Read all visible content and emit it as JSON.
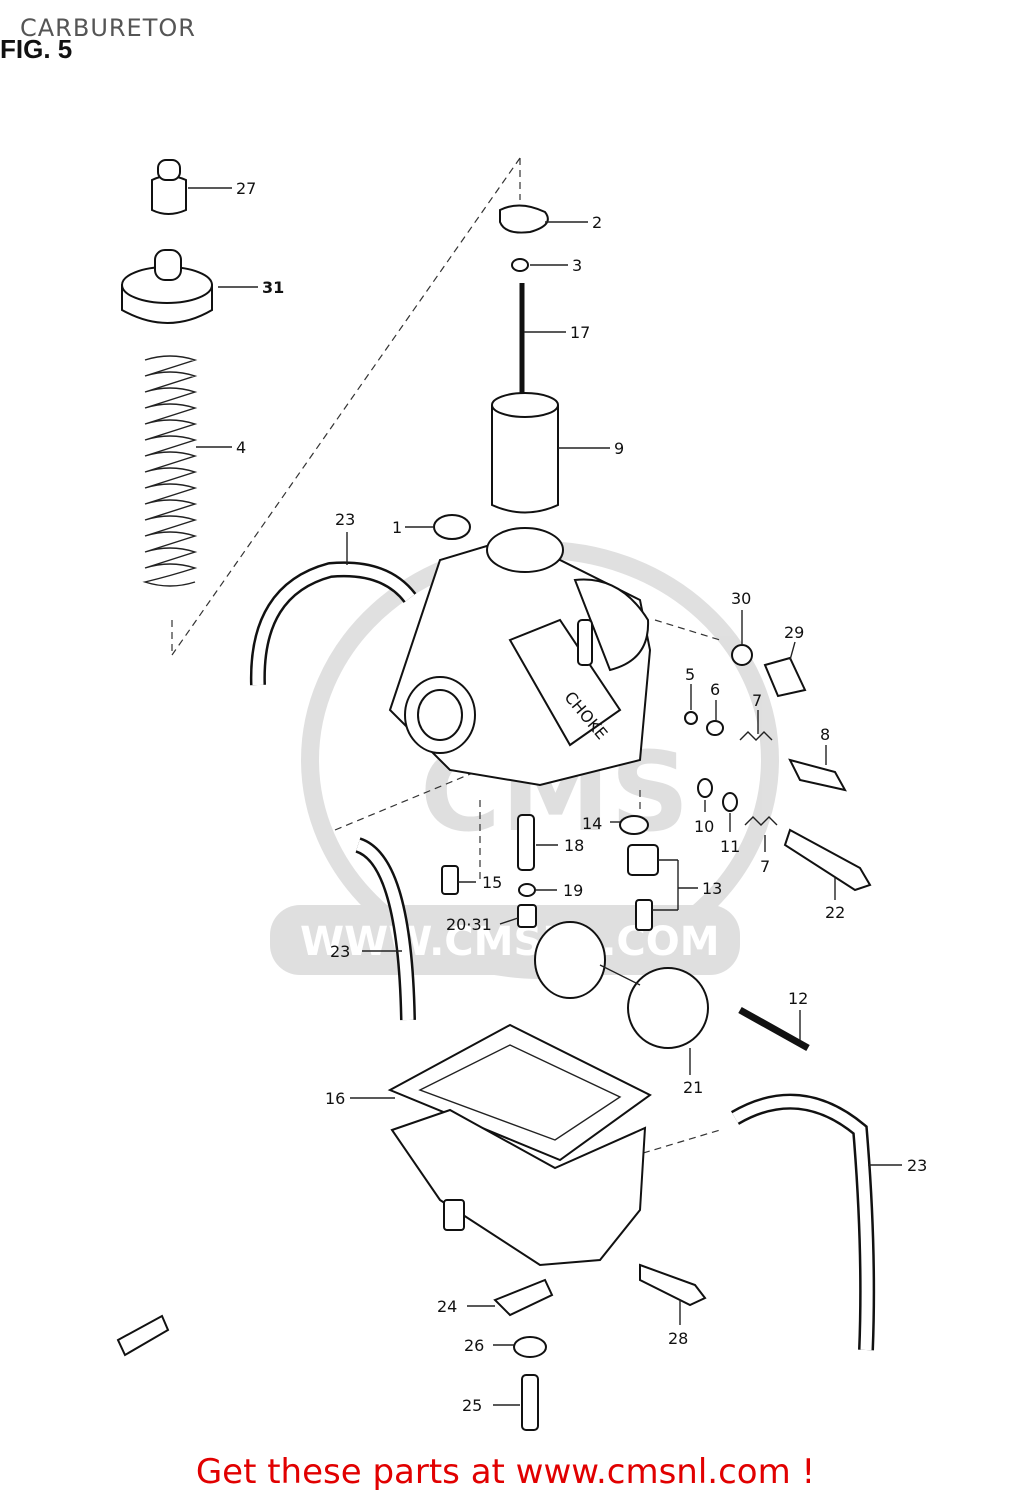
{
  "header": {
    "title": "CARBURETOR",
    "figure": "FIG. 5"
  },
  "watermark": {
    "brand": "CMS",
    "url": "WWW.CMSNL.COM"
  },
  "footer": {
    "text": "Get these parts at www.cmsnl.com !"
  },
  "callouts": [
    {
      "id": "c27",
      "label": "27"
    },
    {
      "id": "c31",
      "label": "31"
    },
    {
      "id": "c4",
      "label": "4"
    },
    {
      "id": "c2",
      "label": "2"
    },
    {
      "id": "c3",
      "label": "3"
    },
    {
      "id": "c17",
      "label": "17"
    },
    {
      "id": "c9",
      "label": "9"
    },
    {
      "id": "c23a",
      "label": "23"
    },
    {
      "id": "c1",
      "label": "1"
    },
    {
      "id": "c30",
      "label": "30"
    },
    {
      "id": "c29",
      "label": "29"
    },
    {
      "id": "c5",
      "label": "5"
    },
    {
      "id": "c6",
      "label": "6"
    },
    {
      "id": "c7a",
      "label": "7"
    },
    {
      "id": "c8",
      "label": "8"
    },
    {
      "id": "c14",
      "label": "14"
    },
    {
      "id": "c10",
      "label": "10"
    },
    {
      "id": "c11",
      "label": "11"
    },
    {
      "id": "c7b",
      "label": "7"
    },
    {
      "id": "c18",
      "label": "18"
    },
    {
      "id": "c15",
      "label": "15"
    },
    {
      "id": "c19",
      "label": "19"
    },
    {
      "id": "c13",
      "label": "13"
    },
    {
      "id": "c2031",
      "label": "20·31"
    },
    {
      "id": "c22",
      "label": "22"
    },
    {
      "id": "c23b",
      "label": "23"
    },
    {
      "id": "c12",
      "label": "12"
    },
    {
      "id": "c21",
      "label": "21"
    },
    {
      "id": "c16",
      "label": "16"
    },
    {
      "id": "c23c",
      "label": "23"
    },
    {
      "id": "c24",
      "label": "24"
    },
    {
      "id": "c28",
      "label": "28"
    },
    {
      "id": "c26",
      "label": "26"
    },
    {
      "id": "c25",
      "label": "25"
    }
  ],
  "stamp_text": "CHOKE"
}
